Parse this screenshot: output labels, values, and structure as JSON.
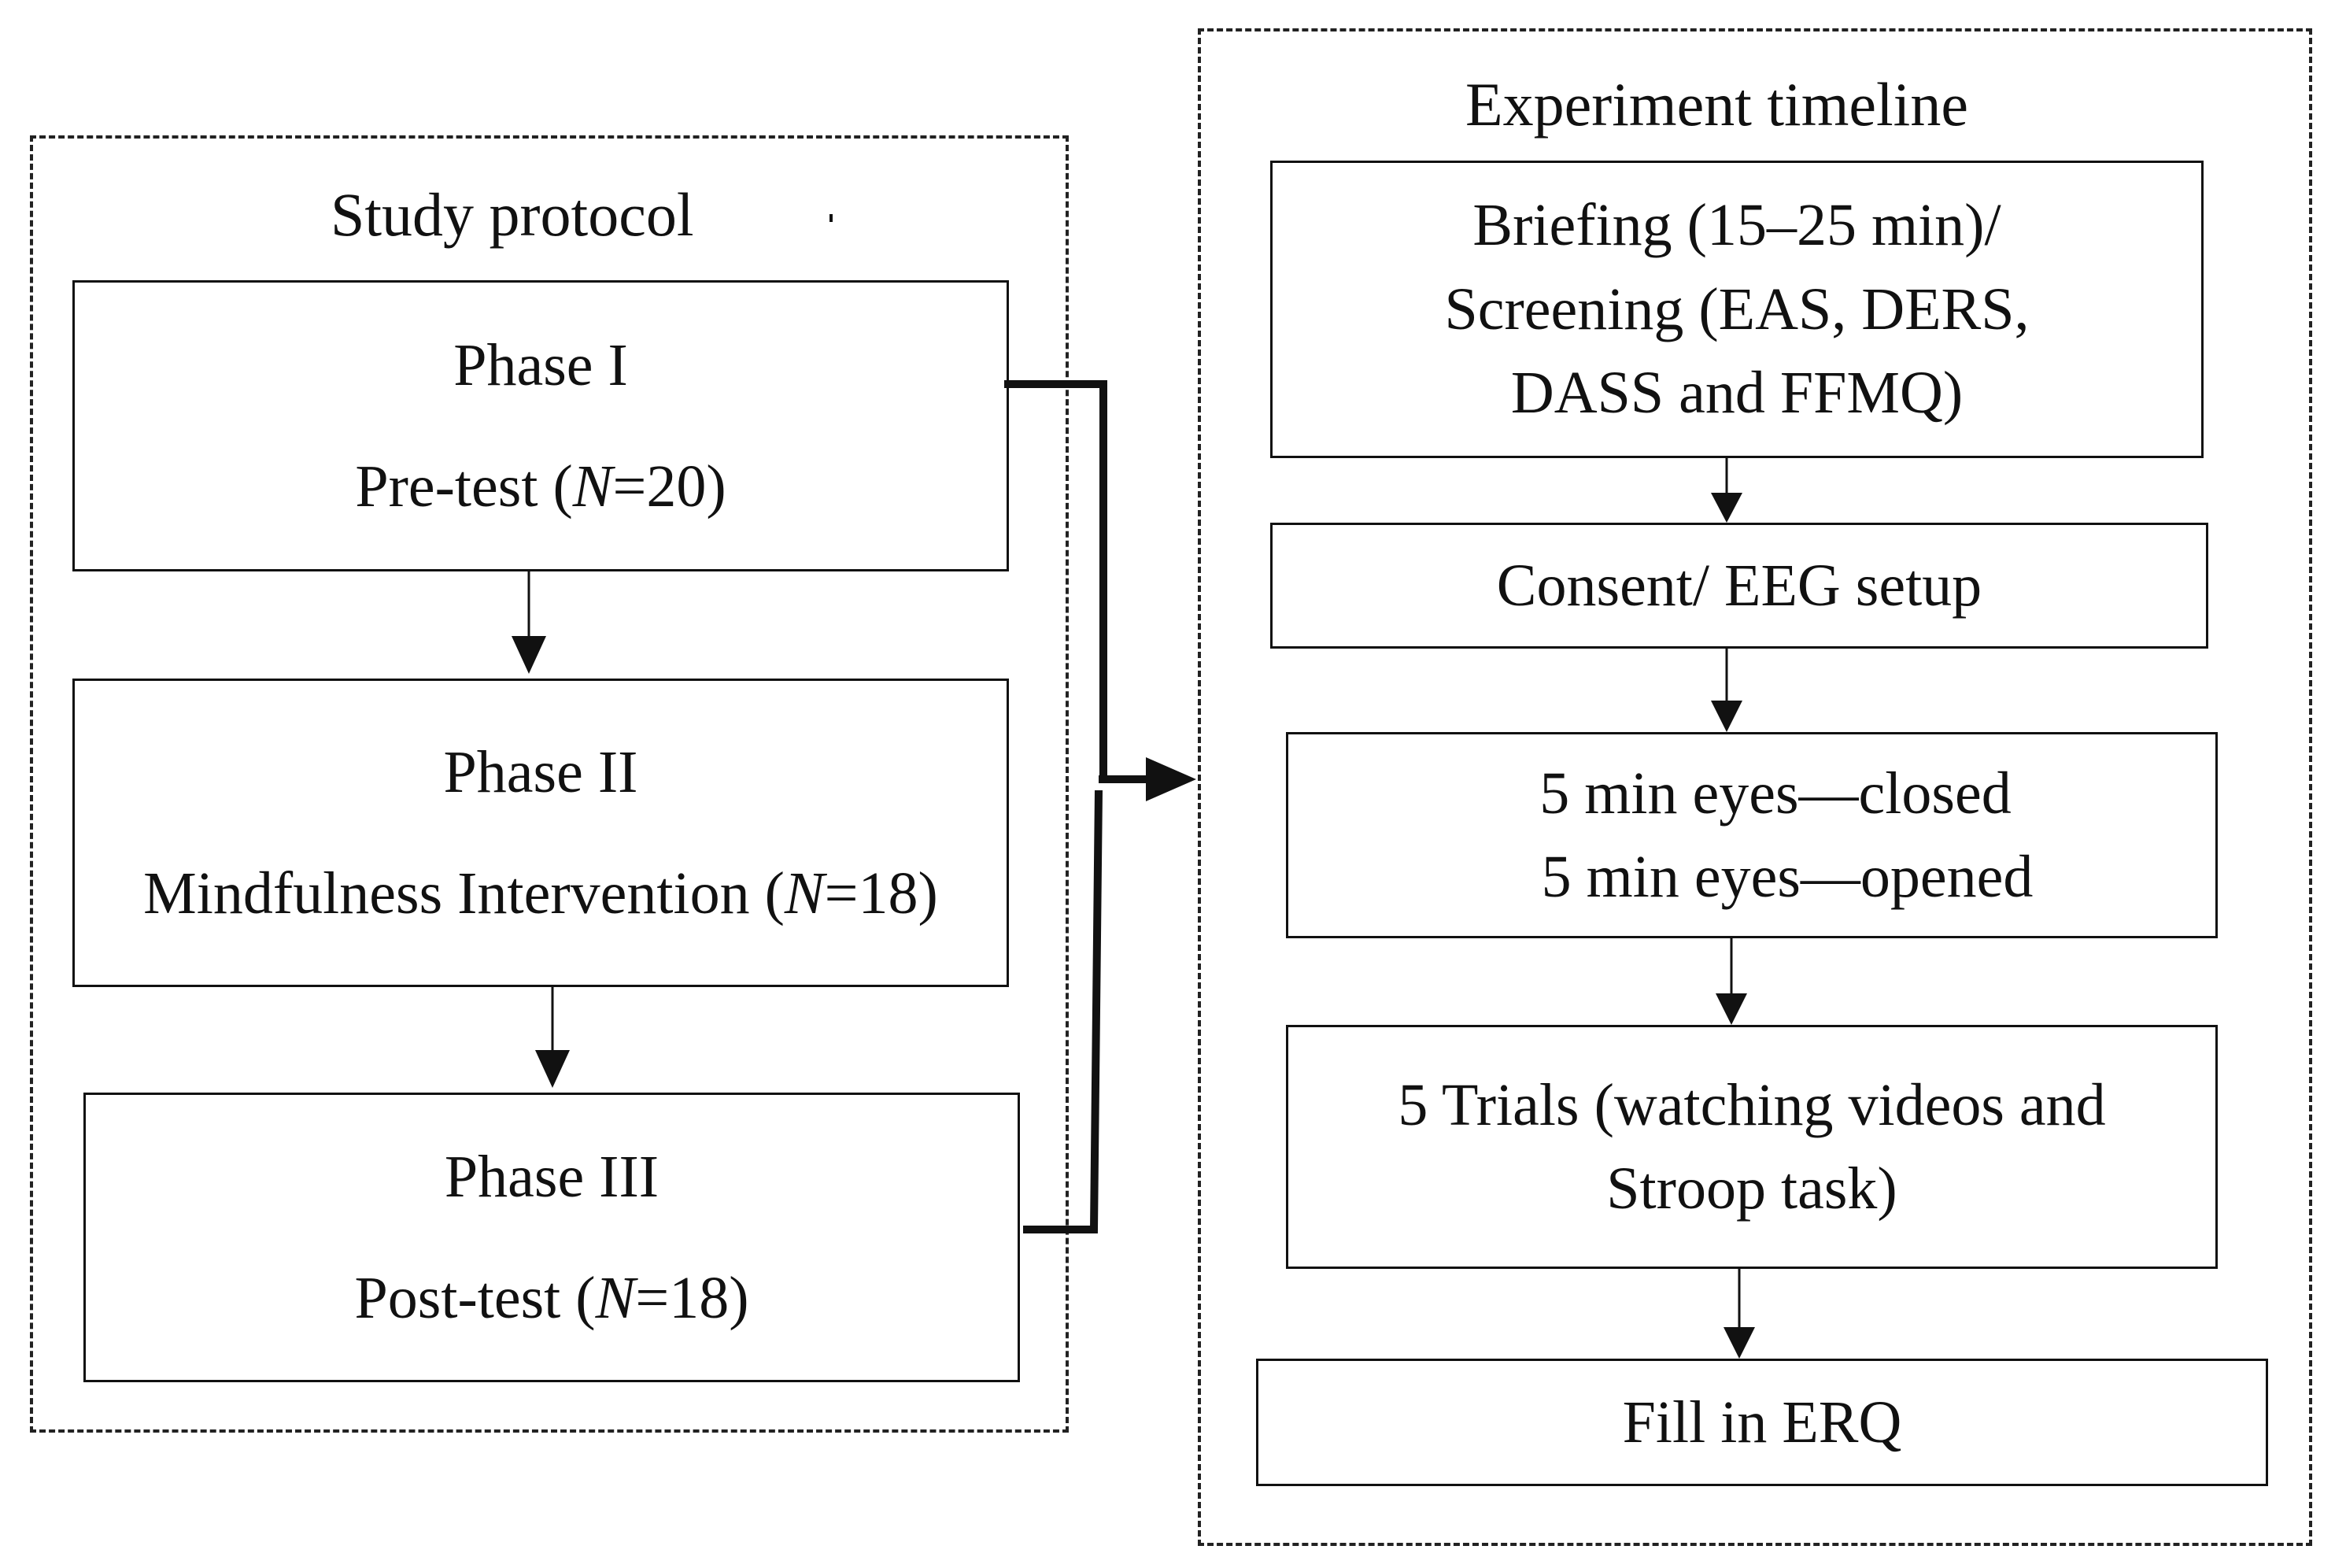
{
  "study_protocol": {
    "title": "Study protocol",
    "phases": [
      {
        "phase": "Phase I",
        "label": "Pre-test",
        "n": "20"
      },
      {
        "phase": "Phase II",
        "label": "Mindfulness Intervention",
        "n": "18"
      },
      {
        "phase": "Phase III",
        "label": "Post-test",
        "n": "18"
      }
    ],
    "n_symbol": "N"
  },
  "experiment_timeline": {
    "title": "Experiment timeline",
    "steps": [
      {
        "lines": [
          "Briefing (15–25 min)/",
          "Screening (EAS, DERS,",
          "DASS and FFMQ)"
        ]
      },
      {
        "lines": [
          "Consent/ EEG setup"
        ]
      },
      {
        "lines": [
          "5 min eyes—closed",
          "5 min eyes—opened"
        ]
      },
      {
        "lines": [
          "5 Trials (watching videos and",
          "Stroop task)"
        ]
      },
      {
        "lines": [
          "Fill in ERQ"
        ]
      }
    ]
  },
  "colors": {
    "stroke": "#111111",
    "background": "#ffffff"
  }
}
